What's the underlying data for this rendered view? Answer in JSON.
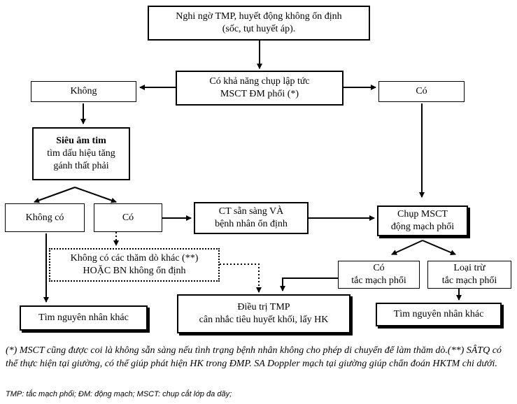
{
  "nodes": {
    "suspect": [
      "Nghi ngờ TMP, huyết động không ổn  định",
      "(sốc, tụt huyết áp)."
    ],
    "ct_available": [
      "Có khả năng chụp lập tức",
      "MSCT  ĐM phổi (*)"
    ],
    "no": "Không",
    "yes": "Có",
    "echo_title": "Siêu âm tim",
    "echo_body": [
      "tìm dấu hiệu tăng",
      "gánh thất phải"
    ],
    "echo_no": "Không có",
    "echo_yes": "Có",
    "ct_ready": [
      "CT sẵn sàng VÀ",
      "bệnh nhân ổn định"
    ],
    "ct_pulm": [
      "Chụp MSCT",
      "động mạch phổi"
    ],
    "no_other": [
      "Không có các thăm dò khác (**)",
      "HOẶC BN không ổn định"
    ],
    "yes_embolism": [
      "Có",
      "tắc mạch phổi"
    ],
    "exclude_embolism": [
      "Loại trừ",
      "tắc mạch phổi"
    ],
    "find_other_left": "Tìm nguyên nhân khác",
    "treat": [
      "Điều trị TMP",
      "cân nhắc tiêu huyết khối, lấy HK"
    ],
    "find_other_right": "Tìm nguyên nhân khác"
  },
  "notes": {
    "footnote": "(*) MSCT cũng được coi là không sẵn sàng nếu tình trạng bệnh nhân không cho phép di chuyển để làm thăm dò.(**) SÂTQ có thể thực hiện tại giường, có thể giúp phát hiện HK trong ĐMP. SA Doppler mạch tại giường giúp chẩn đoán HKTM chi dưới.",
    "legend": "TMP: tắc mạch phổi; ĐM: động mạch; MSCT: chụp cắt lớp đa dãy;"
  }
}
